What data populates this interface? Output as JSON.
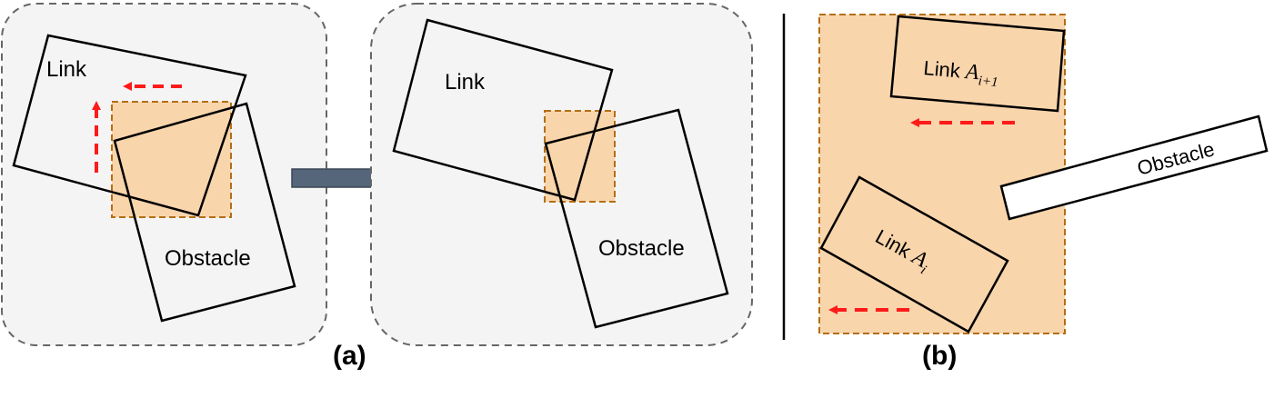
{
  "panel_a": {
    "left": {
      "link_label": "Link",
      "obstacle_label": "Obstacle"
    },
    "right": {
      "link_label": "Link",
      "obstacle_label": "Obstacle"
    },
    "caption": "(a)"
  },
  "panel_b": {
    "link_upper": {
      "prefix": "Link ",
      "symbol": "A",
      "subscript": "i+1"
    },
    "link_lower": {
      "prefix": "Link ",
      "symbol": "A",
      "subscript": "i"
    },
    "obstacle_label": "Obstacle",
    "caption": "(b)"
  },
  "colors": {
    "box_fill": "#f9d5ac",
    "box_border": "#b46e14",
    "arrow_red": "#ff1a1a",
    "panel_bg": "#f4f4f4",
    "panel_border": "#666666",
    "big_arrow": "#56667a"
  }
}
